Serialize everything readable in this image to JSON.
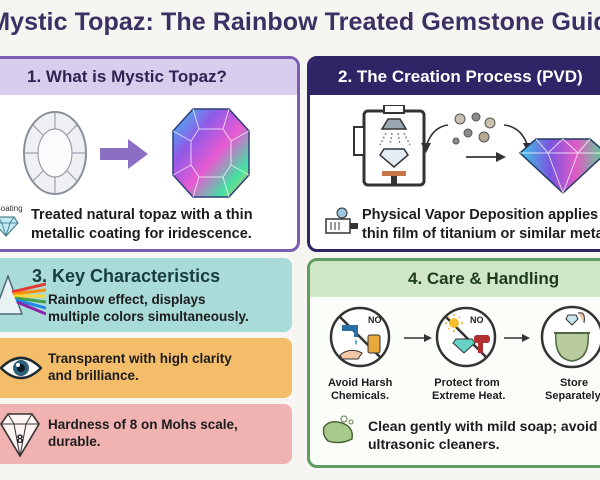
{
  "title": "Mystic Topaz: The Rainbow Treated Gemstone Guide",
  "section1": {
    "heading": "1. What is Mystic Topaz?",
    "coating_tag": "Coating",
    "description": [
      "Treated natural topaz with a thin",
      "metallic coating for iridescence."
    ]
  },
  "section2": {
    "heading": "2. The Creation Process (PVD)",
    "description": [
      "Physical Vapor Deposition applies",
      "thin film of titanium or similar metal"
    ]
  },
  "section3": {
    "heading": "3. Key Characteristics",
    "items": [
      {
        "text": [
          "Rainbow effect, displays",
          "multiple colors simultaneously."
        ],
        "icon": "prism-icon"
      },
      {
        "text": [
          "Transparent with high clarity",
          "and brilliance."
        ],
        "icon": "eye-icon"
      },
      {
        "text": [
          "Hardness of 8 on Mohs scale,",
          "durable."
        ],
        "icon": "diamond-hardness-icon",
        "badge": "8"
      }
    ]
  },
  "section4": {
    "heading": "4. Care & Handling",
    "no_label": "NO",
    "steps": [
      {
        "caption": [
          "Avoid Harsh",
          "Chemicals."
        ]
      },
      {
        "caption": [
          "Protect from",
          "Extreme Heat."
        ]
      },
      {
        "caption": [
          "Store",
          "Separately."
        ]
      }
    ],
    "footer": [
      "Clean gently with mild soap; avoid",
      "ultrasonic cleaners."
    ]
  },
  "colors": {
    "purple": "#7b5cb0",
    "navy": "#2e2466",
    "teal": "#a9dbd8",
    "orange": "#f4bd6a",
    "pink": "#f0b3b1",
    "green": "#5f9c5f"
  }
}
